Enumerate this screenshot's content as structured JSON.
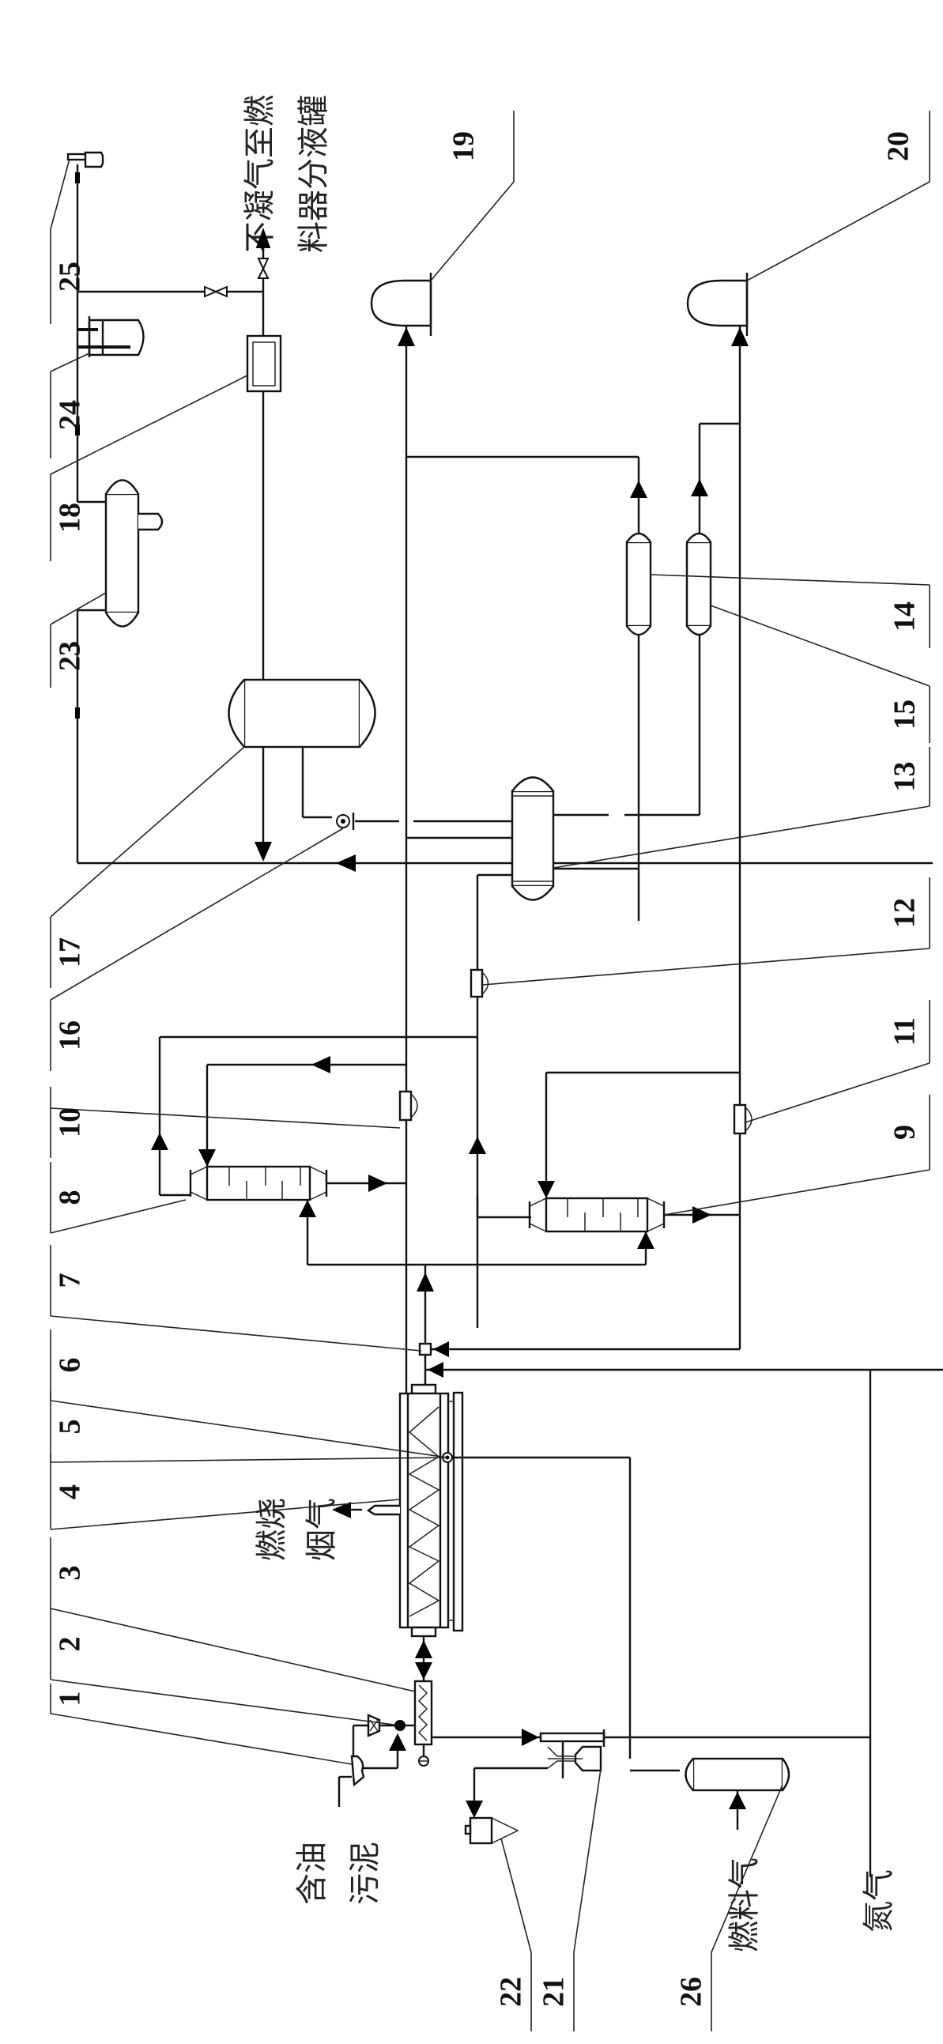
{
  "figure": {
    "type": "process-flow-diagram",
    "orientation": "rotated-90-ccw",
    "stream_labels": {
      "noncondensable_gas": [
        "不凝气至燃",
        "料器分液罐"
      ],
      "flue_gas": [
        "燃烧",
        "烟气"
      ],
      "oily_sludge": [
        "含油",
        "污泥"
      ],
      "fuel_gas": "燃料气",
      "nitrogen": "氮气"
    },
    "callouts": [
      {
        "id": "1",
        "label": "1",
        "equipment": "sludge-pump"
      },
      {
        "id": "2",
        "label": "2",
        "equipment": "feed-valve"
      },
      {
        "id": "3",
        "label": "3",
        "equipment": "feed-nozzle"
      },
      {
        "id": "4",
        "label": "4",
        "equipment": "screw-feeder"
      },
      {
        "id": "5",
        "label": "5",
        "equipment": "pyrolysis-kiln"
      },
      {
        "id": "6",
        "label": "6",
        "equipment": "burner"
      },
      {
        "id": "7",
        "label": "7",
        "equipment": "mixer"
      },
      {
        "id": "8",
        "label": "8",
        "equipment": "condenser-upper"
      },
      {
        "id": "9",
        "label": "9",
        "equipment": "condenser-lower"
      },
      {
        "id": "10",
        "label": "10",
        "equipment": "pump-10"
      },
      {
        "id": "11",
        "label": "11",
        "equipment": "pump-11"
      },
      {
        "id": "12",
        "label": "12",
        "equipment": "pump-12"
      },
      {
        "id": "13",
        "label": "13",
        "equipment": "separator"
      },
      {
        "id": "14",
        "label": "14",
        "equipment": "filter-14"
      },
      {
        "id": "15",
        "label": "15",
        "equipment": "filter-15"
      },
      {
        "id": "16",
        "label": "16",
        "equipment": "pump-16"
      },
      {
        "id": "17",
        "label": "17",
        "equipment": "buffer-tank"
      },
      {
        "id": "18",
        "label": "18",
        "equipment": "gas-meter"
      },
      {
        "id": "19",
        "label": "19",
        "equipment": "oil-tank-19"
      },
      {
        "id": "20",
        "label": "20",
        "equipment": "water-tank-20"
      },
      {
        "id": "21",
        "label": "21",
        "equipment": "residue-discharger"
      },
      {
        "id": "22",
        "label": "22",
        "equipment": "residue-bin"
      },
      {
        "id": "23",
        "label": "23",
        "equipment": "knockout-drum"
      },
      {
        "id": "24",
        "label": "24",
        "equipment": "water-seal"
      },
      {
        "id": "25",
        "label": "25",
        "equipment": "flare"
      },
      {
        "id": "26",
        "label": "26",
        "equipment": "fuel-gas-drum"
      }
    ]
  }
}
